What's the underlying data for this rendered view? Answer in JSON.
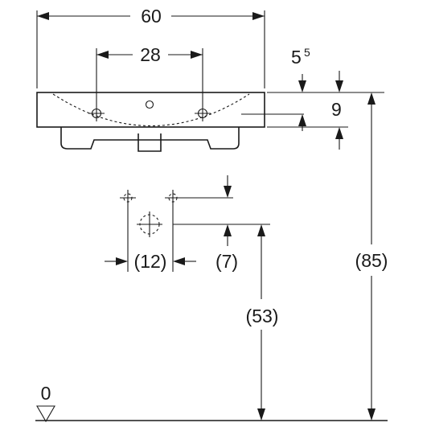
{
  "dimensions": {
    "overall_width": "60",
    "tap_hole_spacing": "28",
    "rim_offset_main": "5",
    "rim_offset_sup": "5",
    "rim_height": "9",
    "supply_spacing": "(12)",
    "supply_offset": "(7)",
    "waste_height": "(53)",
    "rim_floor_height": "(85)",
    "floor_level": "0"
  }
}
